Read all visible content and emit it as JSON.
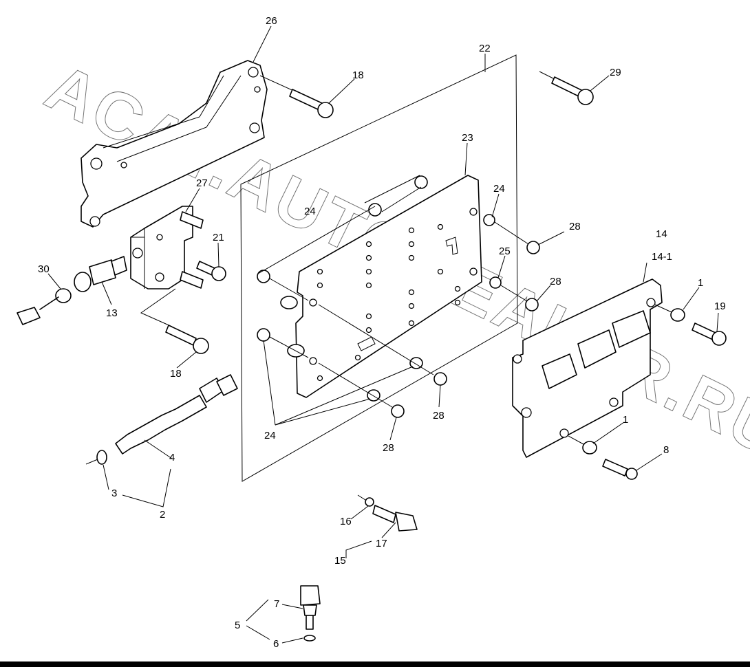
{
  "watermark": "ACAT.AUTODEALER.RU",
  "labels": {
    "l26": "26",
    "l22": "22",
    "l18a": "18",
    "l29": "29",
    "l23": "23",
    "l27": "27",
    "l24a": "24",
    "l24b": "24",
    "l28a": "28",
    "l14": "14",
    "l14_1": "14-1",
    "l21": "21",
    "l30": "30",
    "l13": "13",
    "l25": "25",
    "l28b": "28",
    "l1a": "1",
    "l19": "19",
    "l18b": "18",
    "l24c": "24",
    "l28c": "28",
    "l28d": "28",
    "l1b": "1",
    "l8": "8",
    "l4": "4",
    "l3": "3",
    "l2": "2",
    "l16": "16",
    "l17": "17",
    "l15": "15",
    "l7": "7",
    "l5": "5",
    "l6": "6"
  },
  "colors": {
    "line": "#000000",
    "background": "#ffffff",
    "bottom_bar": "#000000"
  }
}
